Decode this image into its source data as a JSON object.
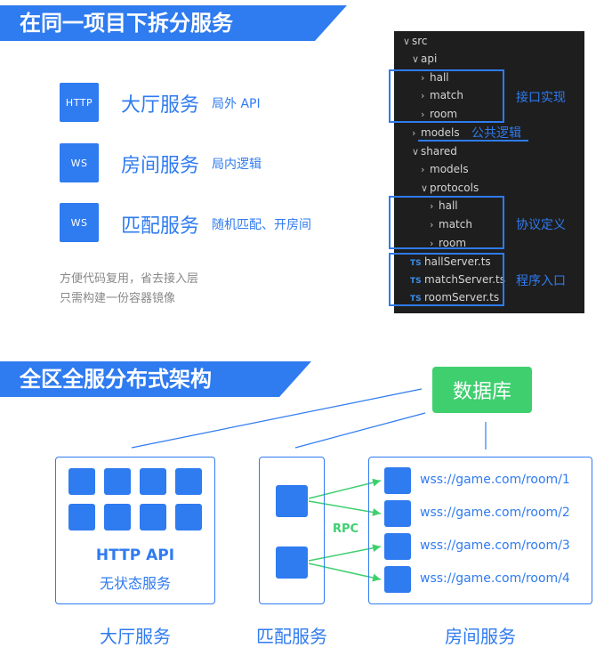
{
  "section1": {
    "title": "在同一项目下拆分服务",
    "services": [
      {
        "icon": "HTTP",
        "name": "大厅服务",
        "desc": "局外 API"
      },
      {
        "icon": "WS",
        "name": "房间服务",
        "desc": "局内逻辑"
      },
      {
        "icon": "WS",
        "name": "匹配服务",
        "desc": "随机匹配、开房间"
      }
    ],
    "note": [
      "方便代码复用，省去接入层",
      "只需构建一份容器镜像"
    ]
  },
  "tree": {
    "items": [
      "src",
      "api",
      "hall",
      "match",
      "room",
      "models",
      "shared",
      "models",
      "protocols",
      "hall",
      "match",
      "room",
      "hallServer.ts",
      "matchServer.ts",
      "roomServer.ts"
    ],
    "ts_badge": "TS",
    "labels": {
      "api": "接口实现",
      "models": "公共逻辑",
      "protocols": "协议定义",
      "entry": "程序入口"
    }
  },
  "section2": {
    "title": "全区全服分布式架构",
    "db": "数据库",
    "http_api": "HTTP API",
    "stateless": "无状态服务",
    "rpc": "RPC",
    "rooms": [
      "wss://game.com/room/1",
      "wss://game.com/room/2",
      "wss://game.com/room/3",
      "wss://game.com/room/4"
    ],
    "labels": [
      "大厅服务",
      "匹配服务",
      "房间服务"
    ]
  },
  "colors": {
    "primary": "#2f7bf0",
    "db": "#3fcf6f",
    "editor_bg": "#1e1e1e"
  }
}
